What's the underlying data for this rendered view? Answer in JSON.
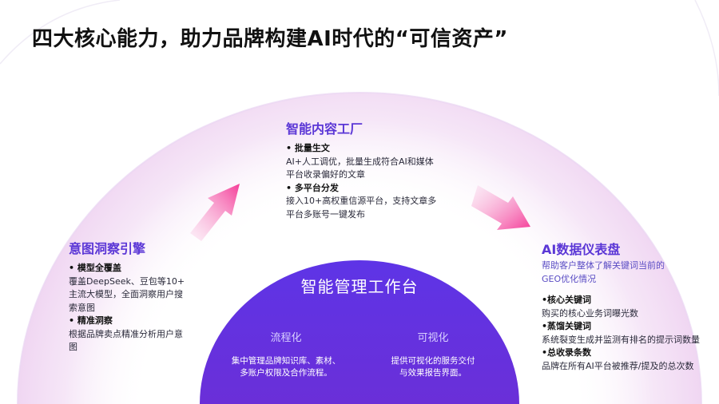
{
  "title": "四大核心能力，助力品牌构建AI时代的“可信资产”",
  "colors": {
    "accent": "#5b37d6",
    "hub": "#5b2ee0",
    "arrow": "#f5409a",
    "arc_glow": "#f3d9f4"
  },
  "left_block": {
    "heading": "意图洞察引擎",
    "items": [
      {
        "label": "• 模型全覆盖",
        "lines": [
          "覆盖DeepSeek、豆包等10+",
          "主流大模型，全面洞察用户搜",
          "索意图"
        ]
      },
      {
        "label": "• 精准洞察",
        "lines": [
          "根据品牌卖点精准分析用户意",
          "图"
        ]
      }
    ]
  },
  "center_block": {
    "heading": "智能内容工厂",
    "items": [
      {
        "label": "• 批量生文",
        "lines": [
          "AI+人工调优，批量生成符合AI和媒体",
          "平台收录偏好的文章"
        ]
      },
      {
        "label": "• 多平台分发",
        "lines": [
          "接入10+高权重信源平台，支持文章多",
          "平台多账号一键发布"
        ]
      }
    ]
  },
  "right_block": {
    "heading": "AI数据仪表盘",
    "intro": [
      "帮助客户整体了解关键词当前的",
      "GEO优化情况"
    ],
    "items": [
      {
        "label": "•核心关键词",
        "lines": [
          "购买的核心业务词曝光数"
        ]
      },
      {
        "label": "•蒸馏关键词",
        "lines": [
          "系统裂变生成并监测有排名的提示词数量"
        ]
      },
      {
        "label": "•总收录条数",
        "lines": [
          "品牌在所有AI平台被推荐/提及的总次数"
        ]
      }
    ]
  },
  "hub": {
    "title": "智能管理工作台",
    "left": {
      "subtitle": "流程化",
      "lines": [
        "集中管理品牌知识库、素材、",
        "多账户权限及合作流程。"
      ]
    },
    "right": {
      "subtitle": "可视化",
      "lines": [
        "提供可视化的服务交付",
        "与效果报告界面。"
      ]
    }
  }
}
